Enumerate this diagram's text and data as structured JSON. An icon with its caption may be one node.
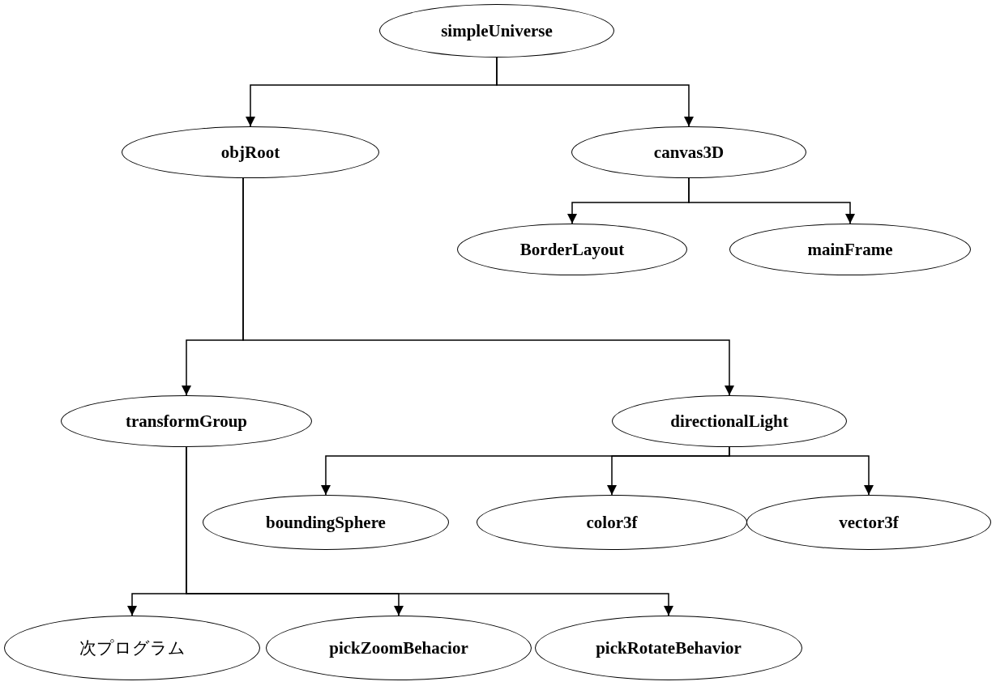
{
  "diagram": {
    "nodes": [
      {
        "text": [
          "simpleUniverse"
        ]
      },
      {
        "text": [
          "objRoot"
        ]
      },
      {
        "text": [
          "canvas3D"
        ]
      },
      {
        "text": [
          "BorderLayout"
        ]
      },
      {
        "text": [
          "mainFrame"
        ]
      },
      {
        "text": [
          "transformGroup"
        ]
      },
      {
        "text": [
          "directionalLight"
        ]
      },
      {
        "text": [
          "boundingSphere"
        ]
      },
      {
        "text": [
          "color3f"
        ]
      },
      {
        "text": [
          "vector3f"
        ]
      },
      {
        "text": [
          "次プログラム"
        ]
      },
      {
        "text": [
          "pickZoomBehacior"
        ]
      },
      {
        "text": [
          "pickRotateBehavior"
        ]
      }
    ],
    "edges": [
      {
        "from": 0,
        "to": 1,
        "arrow": "to"
      },
      {
        "from": 0,
        "to": 2,
        "arrow": "to"
      },
      {
        "from": 2,
        "to": 3,
        "arrow": "to"
      },
      {
        "from": 2,
        "to": 4,
        "arrow": "to"
      },
      {
        "from": 1,
        "to": 5,
        "arrow": "to"
      },
      {
        "from": 1,
        "to": 6,
        "arrow": "to"
      },
      {
        "from": 6,
        "to": 7,
        "arrow": "to"
      },
      {
        "from": 6,
        "to": 8,
        "arrow": "to"
      },
      {
        "from": 6,
        "to": 9,
        "arrow": "to"
      },
      {
        "from": 5,
        "to": 10,
        "arrow": "to"
      },
      {
        "from": 5,
        "to": 11,
        "arrow": "to"
      },
      {
        "from": 5,
        "to": 12,
        "arrow": "to"
      }
    ]
  }
}
